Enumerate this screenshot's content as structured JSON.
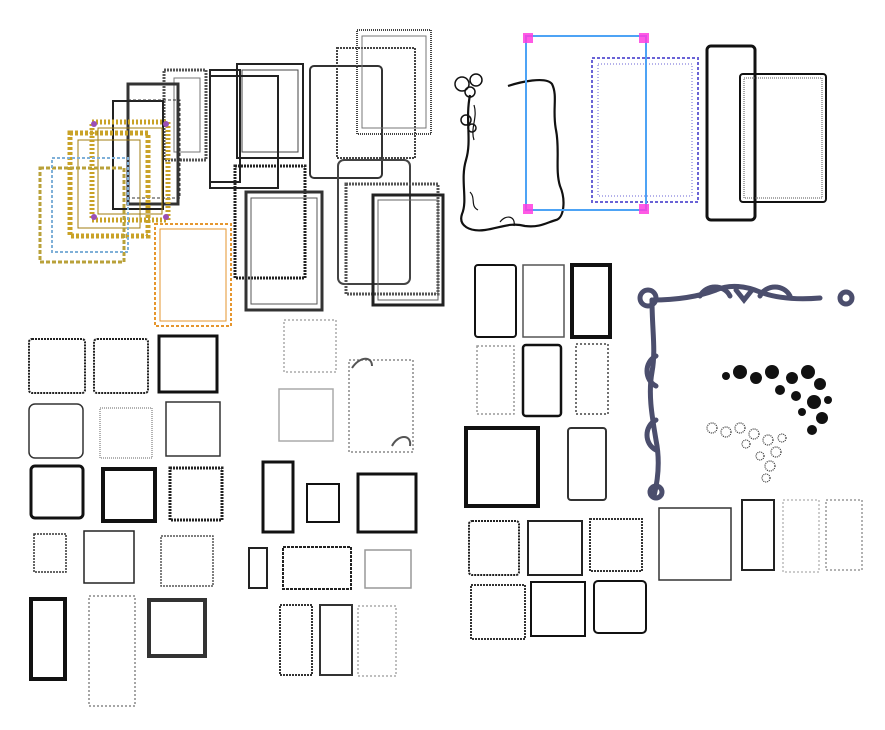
{
  "canvas": {
    "background": "#ffffff"
  },
  "palette": {
    "ink": "#1a1a1a",
    "dark": "#333333",
    "gray": "#8a8a8a",
    "light_gray": "#b5b5b5",
    "gold": "#c9a227",
    "gold_dark": "#a07d10",
    "orange": "#e6962e",
    "blue_selection": "#4da3f5",
    "purple_dashed": "#6a63d6",
    "magenta_handle": "#ff3de0",
    "flourish_slate": "#4b4e6d",
    "floral_black": "#111111"
  },
  "groups": {
    "top_left_cluster": "ornate-frame-cluster",
    "top_center_selection": "selected-frame-group",
    "right_ornaments": "corner-flourish-group",
    "bottom_left_grid": "frame-thumbnail-grid-left",
    "bottom_middle_grid": "frame-thumbnail-grid-middle",
    "bottom_right_grid": "frame-thumbnail-grid-right"
  },
  "icons": {
    "flourish": "corner-scroll-flourish-icon",
    "floral_dark": "floral-corner-dark-icon",
    "floral_light": "floral-corner-light-icon",
    "poppy_vine": "poppy-vine-border-icon"
  }
}
